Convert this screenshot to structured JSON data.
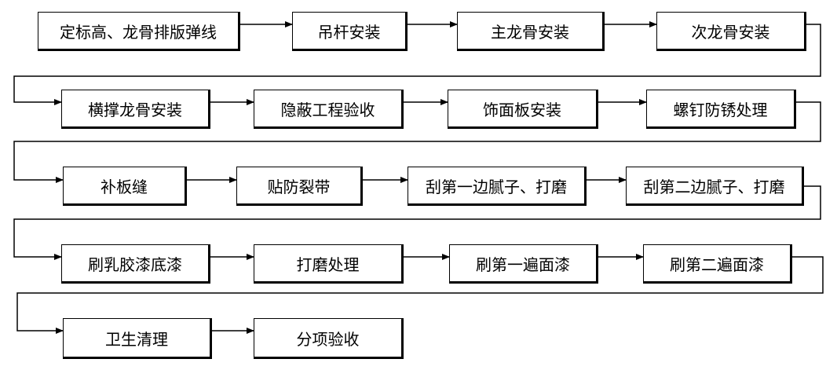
{
  "diagram": {
    "rows": [
      [
        {
          "id": "step-1",
          "label": "定标高、龙骨排版弹线"
        },
        {
          "id": "step-2",
          "label": "吊杆安装"
        },
        {
          "id": "step-3",
          "label": "主龙骨安装"
        },
        {
          "id": "step-4",
          "label": "次龙骨安装"
        }
      ],
      [
        {
          "id": "step-5",
          "label": "横撑龙骨安装"
        },
        {
          "id": "step-6",
          "label": "隐蔽工程验收"
        },
        {
          "id": "step-7",
          "label": "饰面板安装"
        },
        {
          "id": "step-8",
          "label": "螺钉防锈处理"
        }
      ],
      [
        {
          "id": "step-9",
          "label": "补板缝"
        },
        {
          "id": "step-10",
          "label": "贴防裂带"
        },
        {
          "id": "step-11",
          "label": "刮第一边腻子、打磨"
        },
        {
          "id": "step-12",
          "label": "刮第二边腻子、打磨"
        }
      ],
      [
        {
          "id": "step-13",
          "label": "刷乳胶漆底漆"
        },
        {
          "id": "step-14",
          "label": "打磨处理"
        },
        {
          "id": "step-15",
          "label": "刷第一遍面漆"
        },
        {
          "id": "step-16",
          "label": "刷第二遍面漆"
        }
      ],
      [
        {
          "id": "step-17",
          "label": "卫生清理"
        },
        {
          "id": "step-18",
          "label": "分项验收"
        }
      ]
    ]
  }
}
